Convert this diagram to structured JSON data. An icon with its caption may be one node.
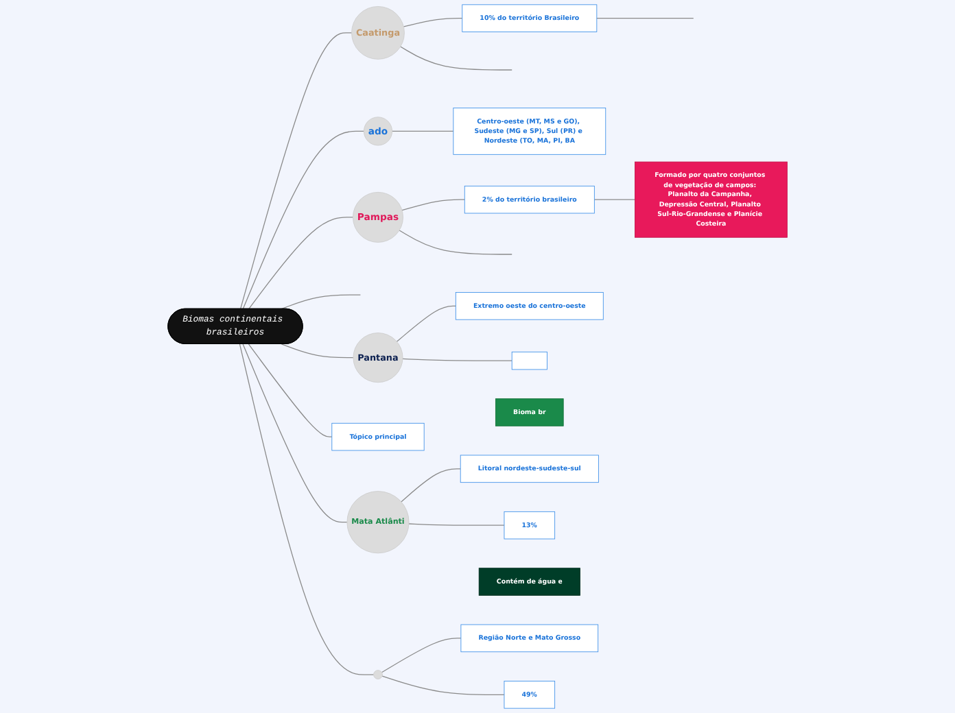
{
  "diagram": {
    "nodes": [
      {
        "text": [
          "Biomas continentais brasileiros"
        ]
      },
      {
        "text": [
          "Caatinga"
        ]
      },
      {
        "text": [
          "10% do território Brasileiro"
        ]
      },
      {
        "text": [
          "ado"
        ]
      },
      {
        "text": [
          "Centro-oeste (MT, MS e GO), Sudeste (MG e SP), Sul (PR) e Nordeste (TO, MA, PI, BA"
        ]
      },
      {
        "text": [
          "Pampas"
        ]
      },
      {
        "text": [
          "2% do território brasileiro"
        ]
      },
      {
        "text": [
          "Formado por quatro conjuntos de vegetação de campos: Planalto da Campanha, Depressão Central, Planalto Sul-Rio-Grandense e Planície Costeira"
        ]
      },
      {
        "text": [
          "Pantana"
        ]
      },
      {
        "text": [
          "Extremo oeste do centro-oeste"
        ]
      },
      {
        "text": [],
        "shape": "box"
      },
      {
        "text": [
          "Tópico principal"
        ]
      },
      {
        "text": [
          "Bioma br"
        ]
      },
      {
        "text": [
          "Mata Atlânti"
        ]
      },
      {
        "text": [
          "Litoral nordeste-sudeste-sul"
        ]
      },
      {
        "text": [
          "13%"
        ]
      },
      {
        "text": [
          "Contém de água e"
        ]
      },
      {
        "text": [],
        "shape": "circle"
      },
      {
        "text": [
          "Região Norte e Mato Grosso"
        ]
      },
      {
        "text": [
          "49%"
        ]
      }
    ],
    "edges": [
      {
        "from": 0,
        "to": 1,
        "arrow": "none"
      },
      {
        "from": 1,
        "to": 2,
        "arrow": "none"
      },
      {
        "from": 2,
        "to": null,
        "arrow": "none"
      },
      {
        "from": 1,
        "to": null,
        "arrow": "none"
      },
      {
        "from": 0,
        "to": 3,
        "arrow": "none"
      },
      {
        "from": 3,
        "to": 4,
        "arrow": "none"
      },
      {
        "from": 0,
        "to": 5,
        "arrow": "none"
      },
      {
        "from": 5,
        "to": 6,
        "arrow": "none"
      },
      {
        "from": 6,
        "to": 7,
        "arrow": "none"
      },
      {
        "from": 5,
        "to": null,
        "arrow": "none"
      },
      {
        "from": 0,
        "to": null,
        "arrow": "none"
      },
      {
        "from": 0,
        "to": 8,
        "arrow": "none"
      },
      {
        "from": 8,
        "to": 9,
        "arrow": "none"
      },
      {
        "from": 8,
        "to": 10,
        "arrow": "none"
      },
      {
        "from": 0,
        "to": 11,
        "arrow": "none"
      },
      {
        "from": 0,
        "to": 13,
        "arrow": "none"
      },
      {
        "from": 13,
        "to": 14,
        "arrow": "none"
      },
      {
        "from": 13,
        "to": 15,
        "arrow": "none"
      },
      {
        "from": 0,
        "to": 17,
        "arrow": "none"
      },
      {
        "from": 17,
        "to": 18,
        "arrow": "none"
      },
      {
        "from": 17,
        "to": 19,
        "arrow": "none"
      }
    ]
  }
}
